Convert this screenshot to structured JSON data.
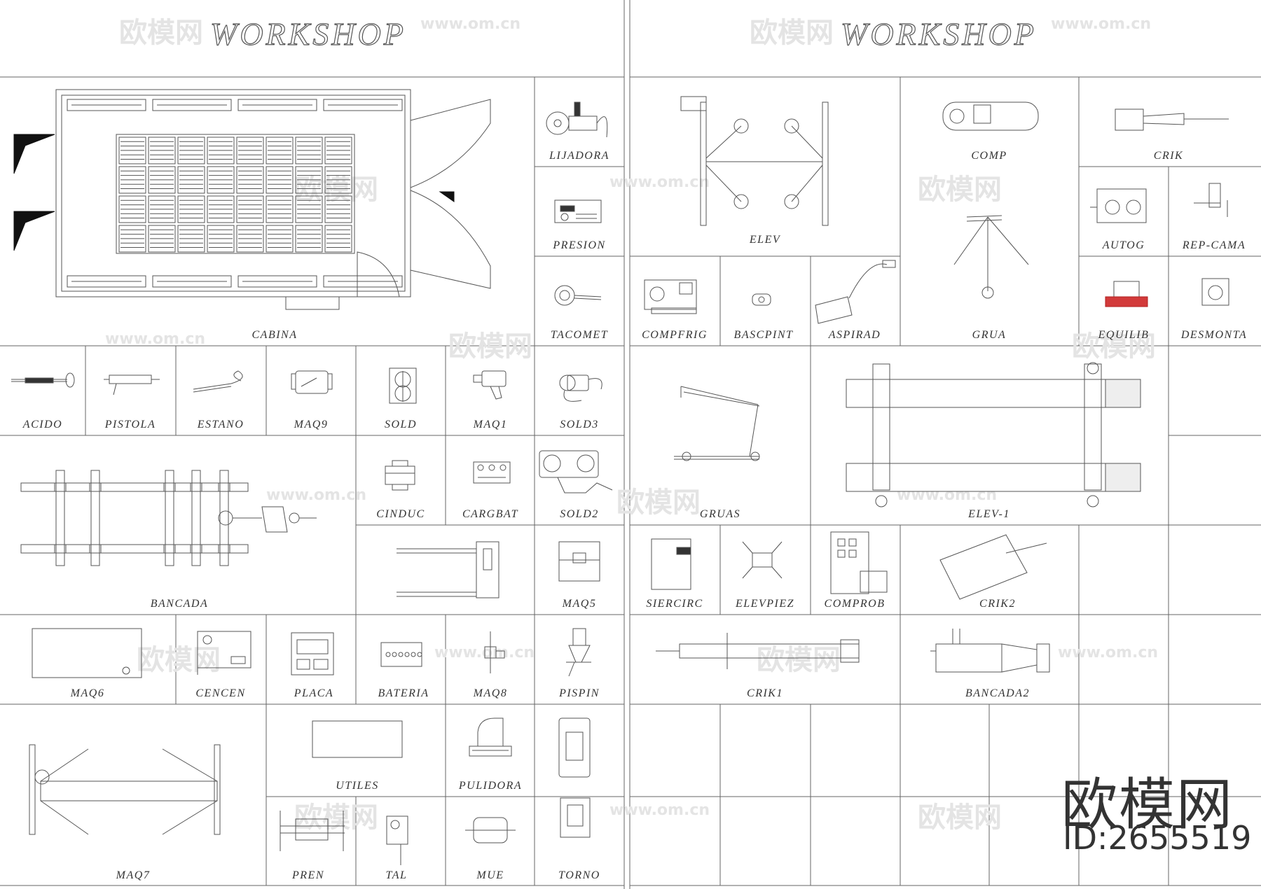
{
  "titles": {
    "left": "WORKSHOP",
    "right": "WORKSHOP"
  },
  "watermark": {
    "logo_text": "欧模网",
    "url": "www.om.cn"
  },
  "brand": {
    "logo": "欧模网",
    "id": "ID:2655519"
  },
  "labels": {
    "cabina": "CABINA",
    "lijadora": "LIJADORA",
    "presion": "PRESION",
    "tacomet": "TACOMET",
    "acido": "ACIDO",
    "pistola": "PISTOLA",
    "estano": "ESTANO",
    "maq9": "MAQ9",
    "sold": "SOLD",
    "maq1": "MAQ1",
    "sold3": "SOLD3",
    "cinduc": "CINDUC",
    "cargbat": "CARGBAT",
    "sold2": "SOLD2",
    "bancada": "BANCADA",
    "maq5": "MAQ5",
    "maq6": "MAQ6",
    "cencen": "CENCEN",
    "placa": "PLACA",
    "bateria": "BATERIA",
    "maq8": "MAQ8",
    "pispin": "PISPIN",
    "utiles": "UTILES",
    "pulidora": "PULIDORA",
    "maq7": "MAQ7",
    "pren": "PREN",
    "tal": "TAL",
    "mue": "MUE",
    "torno": "TORNO",
    "elev": "ELEV",
    "comp": "COMP",
    "crik": "CRIK",
    "autog": "AUTOG",
    "rep_cama": "REP-CAMA",
    "compfrig": "COMPFRIG",
    "bascpint": "BASCPINT",
    "aspirad": "ASPIRAD",
    "grua": "GRUA",
    "equilib": "EQUILIB",
    "desmonta": "DESMONTA",
    "gruas": "GRUAS",
    "elev_1": "ELEV-1",
    "siercirc": "SIERCIRC",
    "elevpiez": "ELEVPIEZ",
    "comprob": "COMPROB",
    "crik2": "CRIK2",
    "crik1": "CRIK1",
    "bancada2": "BANCADA2"
  },
  "colors": {
    "line": "#555555",
    "fill_accent": "#d23a3a",
    "watermark": "#e4e4e4"
  }
}
